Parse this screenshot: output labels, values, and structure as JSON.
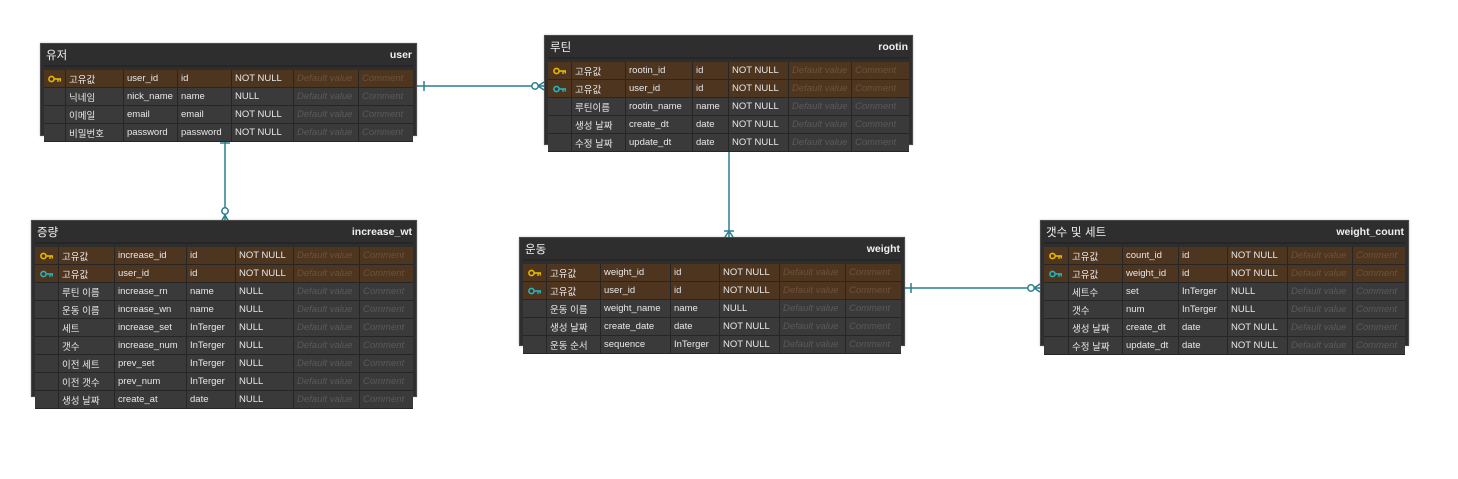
{
  "colors": {
    "connector": "#2a7f8c",
    "primary_key_icon": "#e6b800",
    "foreign_key_icon": "#27b3b8",
    "pk_row_bg": "#4e3520",
    "row_bg": "#3a3a3a",
    "table_bg": "#2e2e2e"
  },
  "placeholders": {
    "default": "Default value",
    "comment": "Comment"
  },
  "tables": {
    "user": {
      "logical": "유저",
      "physical": "user",
      "rows": [
        {
          "key": "pk",
          "logical": "고유값",
          "physical": "user_id",
          "type": "id",
          "nullable": "NOT NULL",
          "default": "Default value",
          "comment": "Comment"
        },
        {
          "key": "",
          "logical": "닉네임",
          "physical": "nick_name",
          "type": "name",
          "nullable": "NULL",
          "default": "Default value",
          "comment": "Comment"
        },
        {
          "key": "",
          "logical": "이메일",
          "physical": "email",
          "type": "email",
          "nullable": "NOT NULL",
          "default": "Default value",
          "comment": "Comment"
        },
        {
          "key": "",
          "logical": "비밀번호",
          "physical": "password",
          "type": "password",
          "nullable": "NOT NULL",
          "default": "Default value",
          "comment": "Comment"
        }
      ]
    },
    "rootin": {
      "logical": "루틴",
      "physical": "rootin",
      "rows": [
        {
          "key": "pk",
          "logical": "고유값",
          "physical": "rootin_id",
          "type": "id",
          "nullable": "NOT NULL",
          "default": "Default value",
          "comment": "Comment"
        },
        {
          "key": "fk",
          "logical": "고유값",
          "physical": "user_id",
          "type": "id",
          "nullable": "NOT NULL",
          "default": "Default value",
          "comment": "Comment"
        },
        {
          "key": "",
          "logical": "루틴이름",
          "physical": "rootin_name",
          "type": "name",
          "nullable": "NOT NULL",
          "default": "Default value",
          "comment": "Comment"
        },
        {
          "key": "",
          "logical": "생성 날짜",
          "physical": "create_dt",
          "type": "date",
          "nullable": "NOT NULL",
          "default": "Default value",
          "comment": "Comment"
        },
        {
          "key": "",
          "logical": "수정 날짜",
          "physical": "update_dt",
          "type": "date",
          "nullable": "NOT NULL",
          "default": "Default value",
          "comment": "Comment"
        }
      ]
    },
    "increase_wt": {
      "logical": "증량",
      "physical": "increase_wt",
      "rows": [
        {
          "key": "pk",
          "logical": "고유값",
          "physical": "increase_id",
          "type": "id",
          "nullable": "NOT NULL",
          "default": "Default value",
          "comment": "Comment"
        },
        {
          "key": "fk",
          "logical": "고유값",
          "physical": "user_id",
          "type": "id",
          "nullable": "NOT NULL",
          "default": "Default value",
          "comment": "Comment"
        },
        {
          "key": "",
          "logical": "루틴 이름",
          "physical": "increase_rn",
          "type": "name",
          "nullable": "NULL",
          "default": "Default value",
          "comment": "Comment"
        },
        {
          "key": "",
          "logical": "운동 이름",
          "physical": "increase_wn",
          "type": "name",
          "nullable": "NULL",
          "default": "Default value",
          "comment": "Comment"
        },
        {
          "key": "",
          "logical": "세트",
          "physical": "increase_set",
          "type": "InTerger",
          "nullable": "NULL",
          "default": "Default value",
          "comment": "Comment"
        },
        {
          "key": "",
          "logical": "갯수",
          "physical": "increase_num",
          "type": "InTerger",
          "nullable": "NULL",
          "default": "Default value",
          "comment": "Comment"
        },
        {
          "key": "",
          "logical": "이전 세트",
          "physical": "prev_set",
          "type": "InTerger",
          "nullable": "NULL",
          "default": "Default value",
          "comment": "Comment"
        },
        {
          "key": "",
          "logical": "이전 갯수",
          "physical": "prev_num",
          "type": "InTerger",
          "nullable": "NULL",
          "default": "Default value",
          "comment": "Comment"
        },
        {
          "key": "",
          "logical": "생성 날짜",
          "physical": "create_at",
          "type": "date",
          "nullable": "NULL",
          "default": "Default value",
          "comment": "Comment"
        }
      ]
    },
    "weight": {
      "logical": "운동",
      "physical": "weight",
      "rows": [
        {
          "key": "pk",
          "logical": "고유값",
          "physical": "weight_id",
          "type": "id",
          "nullable": "NOT NULL",
          "default": "Default value",
          "comment": "Comment"
        },
        {
          "key": "fk",
          "logical": "고유값",
          "physical": "user_id",
          "type": "id",
          "nullable": "NOT NULL",
          "default": "Default value",
          "comment": "Comment"
        },
        {
          "key": "",
          "logical": "운동 이름",
          "physical": "weight_name",
          "type": "name",
          "nullable": "NULL",
          "default": "Default value",
          "comment": "Comment"
        },
        {
          "key": "",
          "logical": "생성 날짜",
          "physical": "create_date",
          "type": "date",
          "nullable": "NOT NULL",
          "default": "Default value",
          "comment": "Comment"
        },
        {
          "key": "",
          "logical": "운동 순서",
          "physical": "sequence",
          "type": "InTerger",
          "nullable": "NOT NULL",
          "default": "Default value",
          "comment": "Comment"
        }
      ]
    },
    "weight_count": {
      "logical": "갯수 및 세트",
      "physical": "weight_count",
      "rows": [
        {
          "key": "pk",
          "logical": "고유값",
          "physical": "count_id",
          "type": "id",
          "nullable": "NOT NULL",
          "default": "Default value",
          "comment": "Comment"
        },
        {
          "key": "fk",
          "logical": "고유값",
          "physical": "weight_id",
          "type": "id",
          "nullable": "NOT NULL",
          "default": "Default value",
          "comment": "Comment"
        },
        {
          "key": "",
          "logical": "세트수",
          "physical": "set",
          "type": "InTerger",
          "nullable": "NULL",
          "default": "Default value",
          "comment": "Comment"
        },
        {
          "key": "",
          "logical": "갯수",
          "physical": "num",
          "type": "InTerger",
          "nullable": "NULL",
          "default": "Default value",
          "comment": "Comment"
        },
        {
          "key": "",
          "logical": "생성 날짜",
          "physical": "create_dt",
          "type": "date",
          "nullable": "NOT NULL",
          "default": "Default value",
          "comment": "Comment"
        },
        {
          "key": "",
          "logical": "수정 날짜",
          "physical": "update_dt",
          "type": "date",
          "nullable": "NOT NULL",
          "default": "Default value",
          "comment": "Comment"
        }
      ]
    }
  },
  "relationships": [
    {
      "from": "user",
      "to": "rootin",
      "from_cardinality": "one",
      "to_cardinality": "zero-or-many"
    },
    {
      "from": "user",
      "to": "increase_wt",
      "from_cardinality": "one",
      "to_cardinality": "zero-or-many"
    },
    {
      "from": "rootin",
      "to": "weight",
      "from_cardinality": "one",
      "to_cardinality": "one-or-many"
    },
    {
      "from": "weight",
      "to": "weight_count",
      "from_cardinality": "one",
      "to_cardinality": "zero-or-many"
    }
  ]
}
